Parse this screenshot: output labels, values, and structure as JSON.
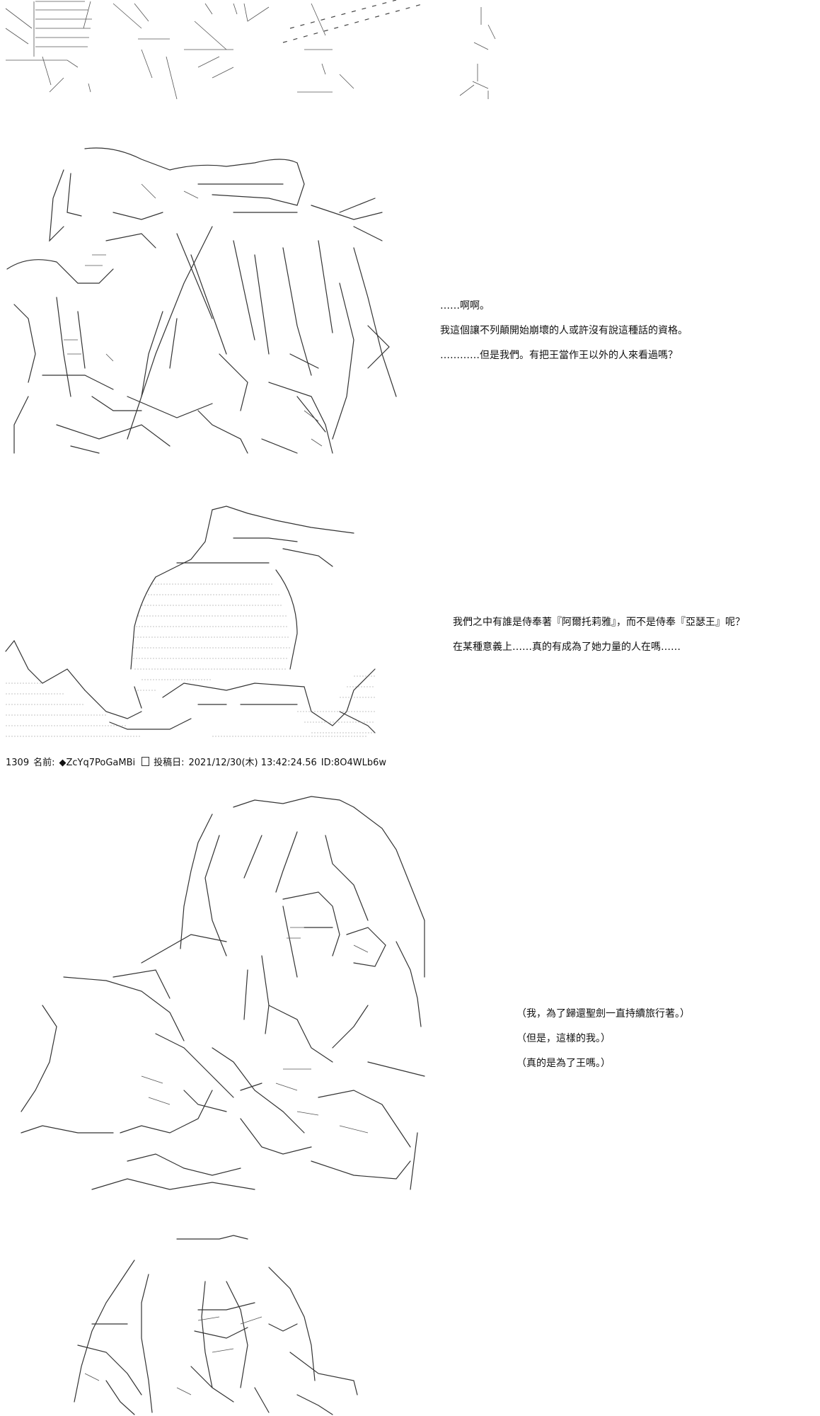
{
  "post": {
    "number": "1309",
    "name_label": "名前:",
    "trip": "◆ZcYq7PoGaMBi",
    "date_label": "投稿日:",
    "date": "2021/12/30(木) 13:42:24.56",
    "id": "ID:8O4WLb6w"
  },
  "scenes": [
    {
      "lines": []
    },
    {
      "lines": [
        "……啊啊。",
        "我這個讓不列顛開始崩壞的人或許沒有說這種話的資格。",
        "…………但是我們。有把王當作王以外的人來看過嗎？"
      ]
    },
    {
      "lines": [
        "我們之中有誰是侍奉著『阿爾托莉雅』，而不是侍奉『亞瑟王』呢？",
        "在某種意義上……真的有成為了她力量的人在嗎……"
      ]
    },
    {
      "lines": [
        "（我，為了歸還聖劍一直持續旅行著。）",
        "（但是，這樣的我。）",
        "（真的是為了王嗎。）"
      ]
    },
    {
      "lines": []
    }
  ]
}
